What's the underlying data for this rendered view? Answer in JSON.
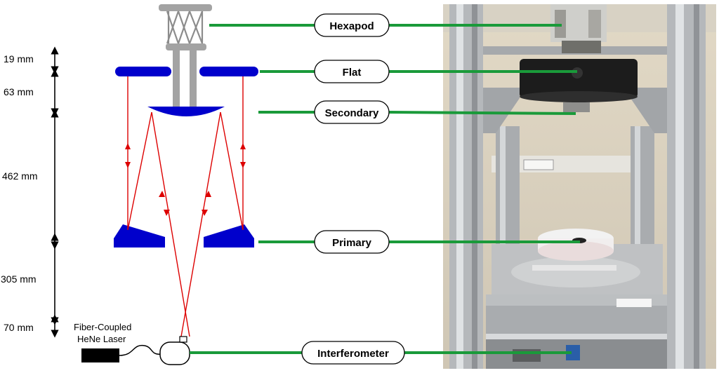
{
  "dimensions": [
    {
      "label": "19 mm"
    },
    {
      "label": "63 mm"
    },
    {
      "label": "462 mm"
    },
    {
      "label": "305 mm"
    },
    {
      "label": "70 mm"
    }
  ],
  "laser": {
    "line1": "Fiber-Coupled",
    "line2": "HeNe Laser"
  },
  "components": [
    {
      "label": "Hexapod"
    },
    {
      "label": "Flat"
    },
    {
      "label": "Secondary"
    },
    {
      "label": "Primary"
    },
    {
      "label": "Interferometer"
    }
  ],
  "colors": {
    "mirror": "#0000cc",
    "ray": "#dd0000",
    "leader": "#1a9a3a",
    "hexapod": "#a3a3a3"
  }
}
